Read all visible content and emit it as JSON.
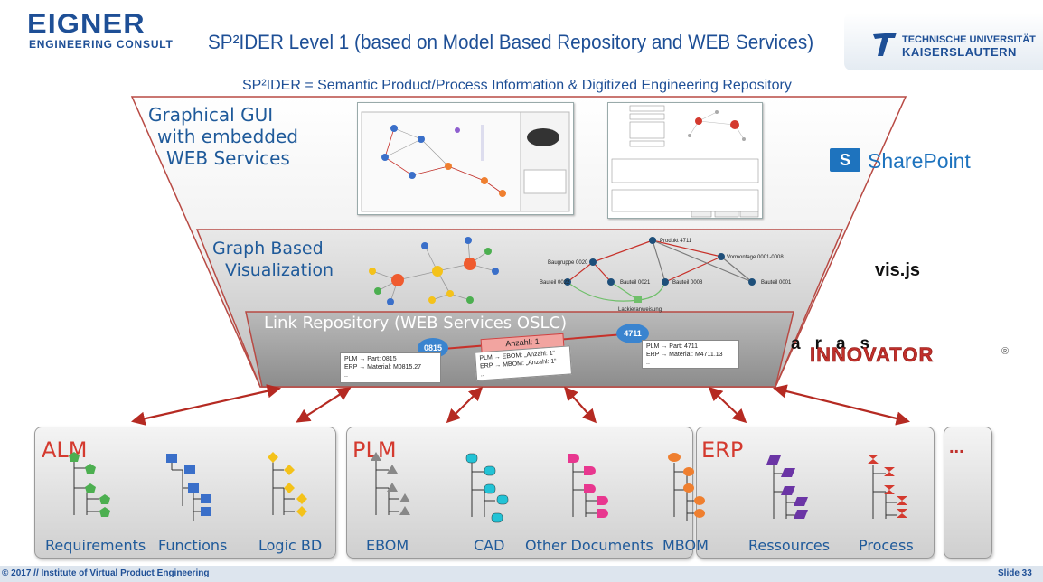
{
  "header": {
    "logo_line1": "EIGNER",
    "logo_line2": "ENGINEERING CONSULT",
    "title": "SP²IDER Level 1 (based on Model Based Repository and WEB Services)",
    "university_line1": "TECHNISCHE UNIVERSITÄT",
    "university_line2": "KAISERSLAUTERN"
  },
  "subtitle": "SP²IDER = Semantic Product/Process Information & Digitized Engineering Repository",
  "layers": {
    "gui": [
      "Graphical GUI",
      "with embedded",
      "WEB Services"
    ],
    "graph": [
      "Graph Based",
      "Visualization"
    ],
    "link": "Link Repository (WEB Services OSLC)"
  },
  "right_labels": {
    "sharepoint": "SharePoint",
    "sharepoint_icon_letter": "S",
    "visjs": "vis.js",
    "aras_top": "aras",
    "aras_bottom": "INNOVATOR",
    "registered": "®"
  },
  "graph_nodes": {
    "produkt": "Produkt 4711",
    "baugruppe": "Baugruppe 0020",
    "vormontage": "Vormontage 0001-0008",
    "bauteil_0022": "Bauteil 0022",
    "bauteil_0021": "Bauteil 0021",
    "bauteil_0008": "Bauteil 0008",
    "bauteil_0001": "Bauteil 0001",
    "lackieranweisung": "Lackieranweisung"
  },
  "repository": {
    "node_left": "0815",
    "node_right": "4711",
    "relation": "Anzahl: 1",
    "box_left": [
      "PLM → Part: 0815",
      "ERP → Material: M0815.27",
      ".."
    ],
    "box_middle": [
      "PLM → EBOM: „Anzahl: 1“",
      "ERP → MBOM: „Anzahl: 1“",
      ".."
    ],
    "box_right": [
      "PLM → Part: 4711",
      "ERP → Material: M4711.13",
      ".."
    ]
  },
  "systems": {
    "alm": "ALM",
    "plm": "PLM",
    "erp": "ERP",
    "more": "..."
  },
  "columns": [
    "Requirements",
    "Functions",
    "Logic BD",
    "EBOM",
    "CAD",
    "Other Documents",
    "MBOM",
    "Ressources",
    "Process"
  ],
  "footer": {
    "left": "© 2017 // Institute of Virtual Product Engineering",
    "right": "Slide 33"
  },
  "colors": {
    "brand_blue": "#1e4f96",
    "accent_red": "#d43a2f",
    "arrow_red": "#b52a22",
    "green": "#4caf50",
    "blue": "#3a6fc9",
    "yellow": "#f4c21a",
    "cyan": "#22c3d6",
    "magenta": "#e8378f",
    "orange": "#ef7f2f",
    "purple": "#6b35a5"
  }
}
